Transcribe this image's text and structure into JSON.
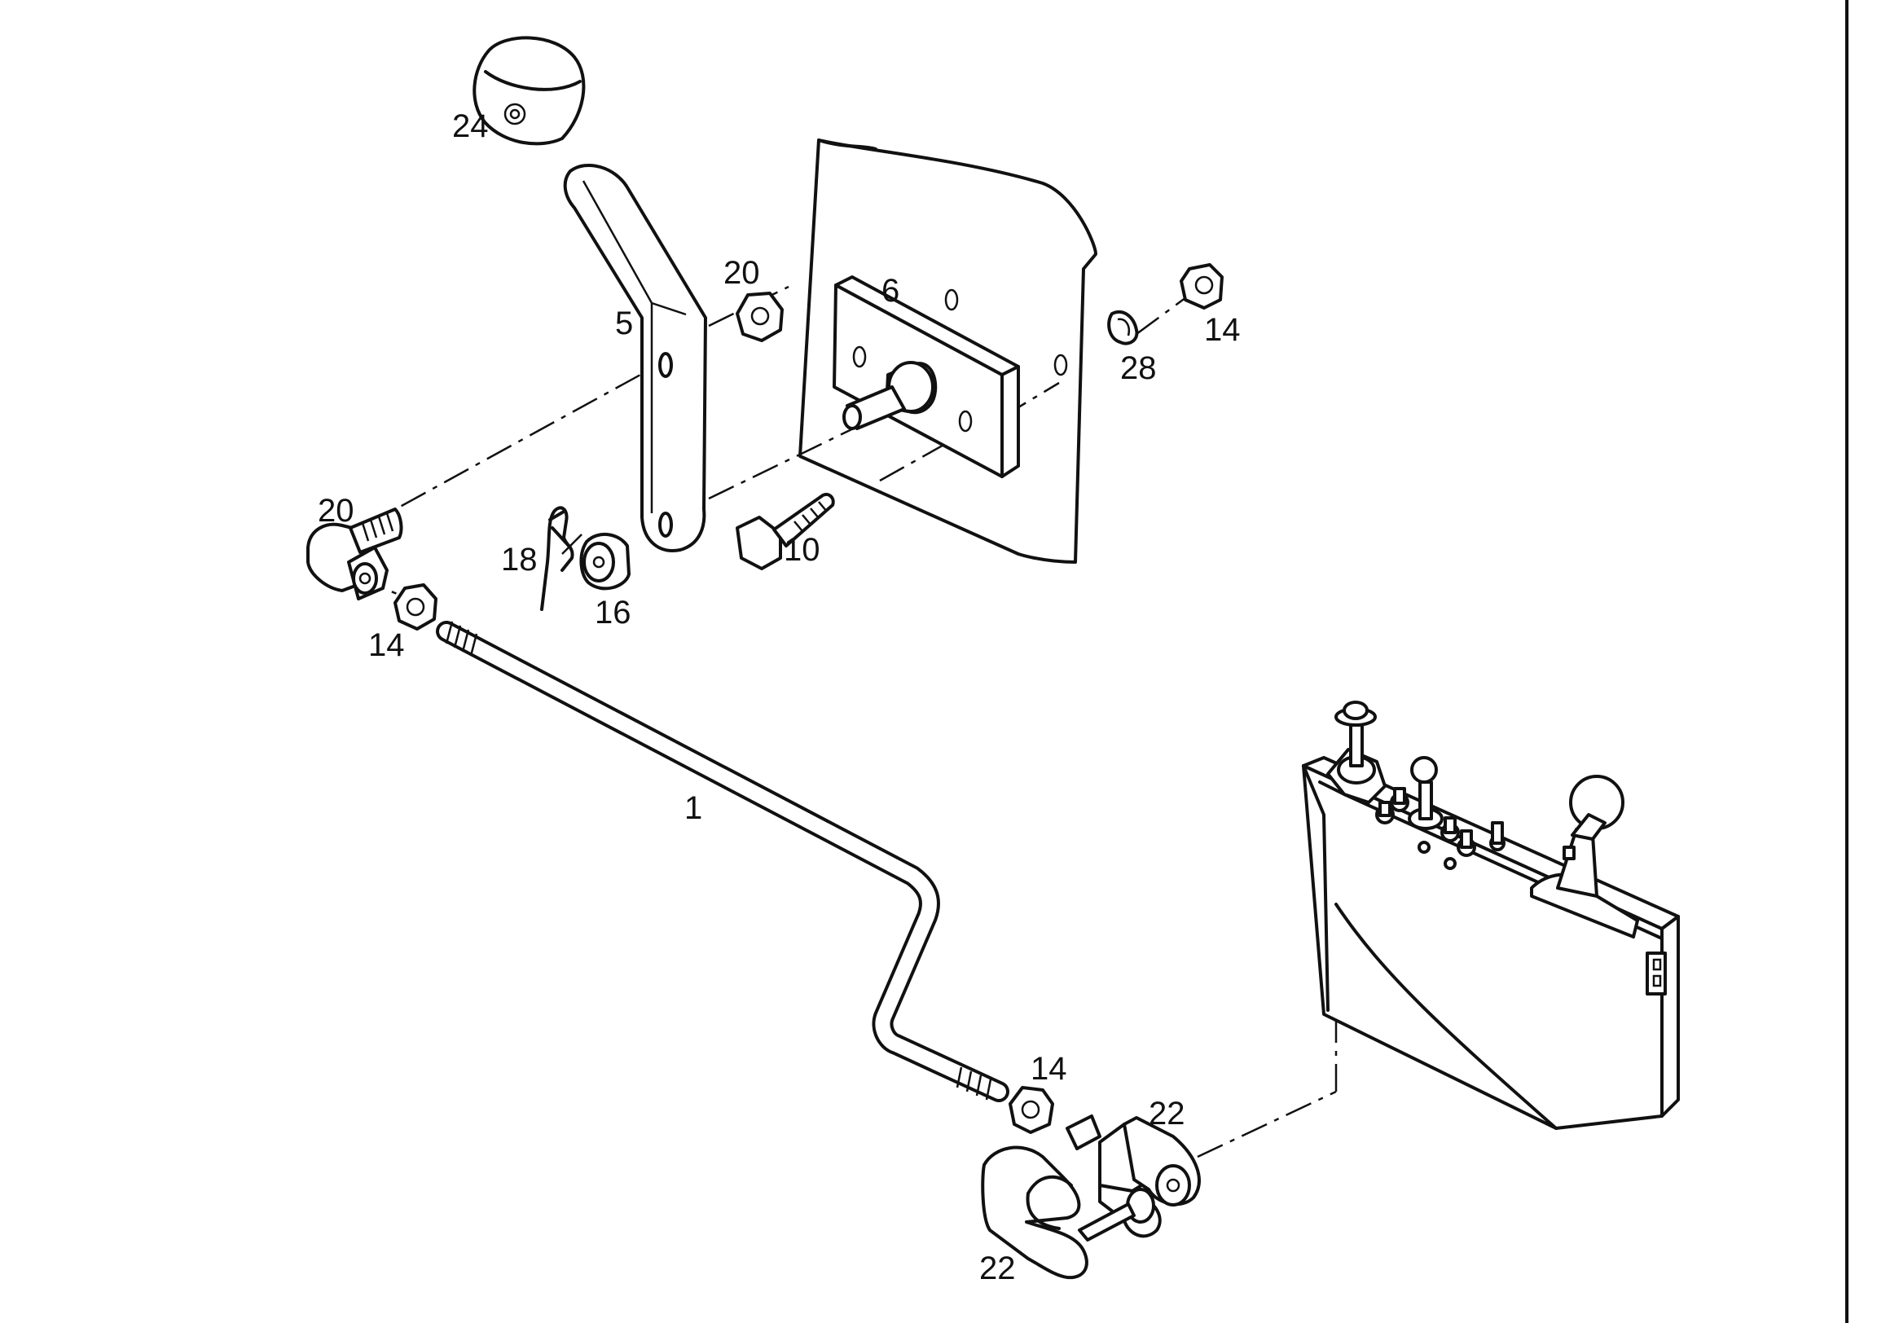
{
  "callouts": {
    "rod": "1",
    "lever": "5",
    "plate": "6",
    "bolt": "10",
    "nut_top_right": "14",
    "nut_left": "14",
    "nut_lower": "14",
    "bushing": "16",
    "cotter_pin": "18",
    "nut_top": "20",
    "ball_joint": "20",
    "clevis_upper": "22",
    "clevis_lower": "22",
    "knob": "24",
    "washer": "28"
  },
  "colors": {
    "ink": "#111111",
    "paper": "#ffffff"
  }
}
